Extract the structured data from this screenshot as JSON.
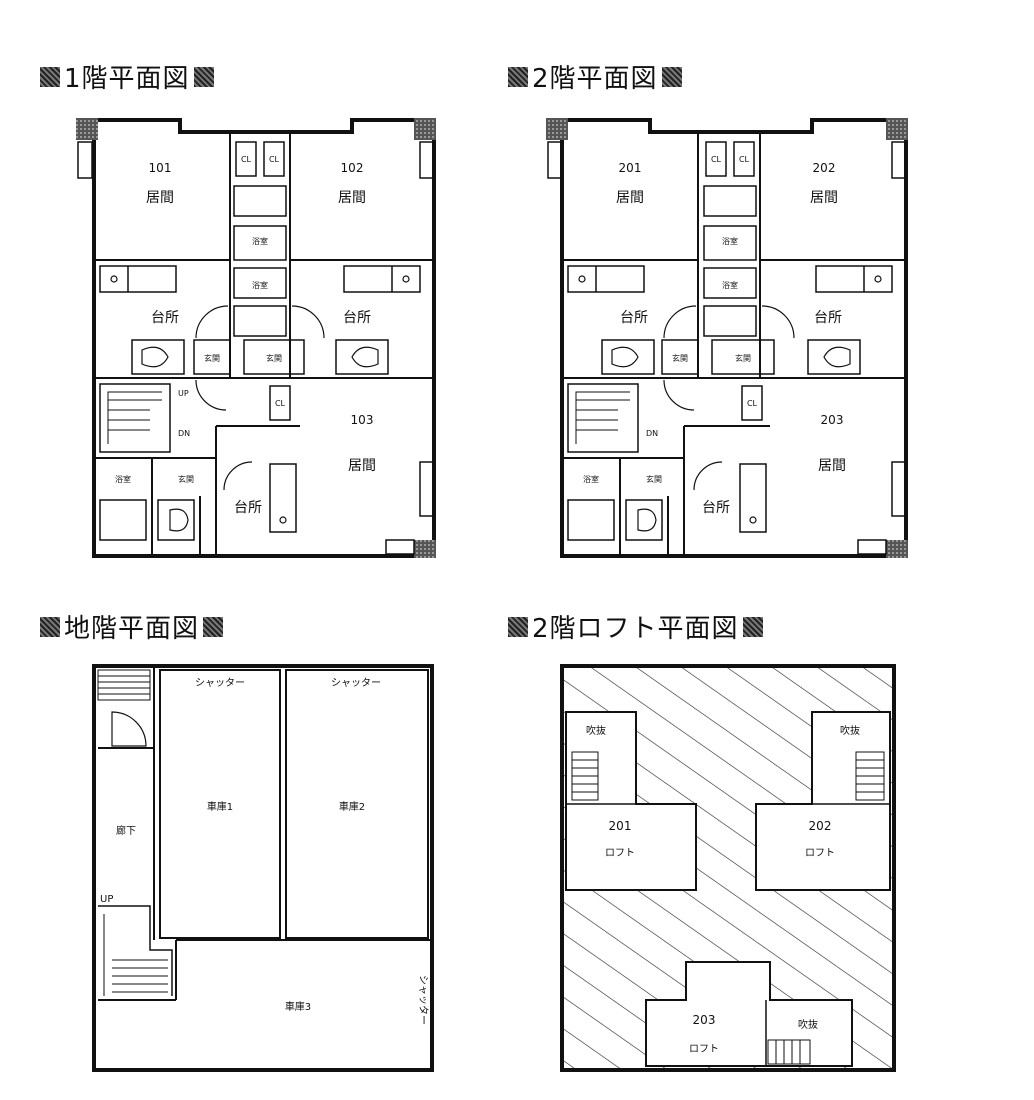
{
  "titles": {
    "floor1": "1階平面図",
    "floor2": "2階平面図",
    "basement": "地階平面図",
    "loft": "2階ロフト平面図"
  },
  "floor1": {
    "room_101": {
      "number": "101",
      "name": "居間"
    },
    "room_102": {
      "number": "102",
      "name": "居間"
    },
    "room_103": {
      "number": "103",
      "name": "居間"
    },
    "kitchen_101": "台所",
    "kitchen_102": "台所",
    "kitchen_103": "台所",
    "bath_a": "浴室",
    "bath_b": "浴室",
    "bath_c": "浴室",
    "entry_a": "玄関",
    "entry_b": "玄関",
    "entry_c": "玄関",
    "closet": "CL",
    "up": "UP",
    "down": "DN"
  },
  "floor2": {
    "room_201": {
      "number": "201",
      "name": "居間"
    },
    "room_202": {
      "number": "202",
      "name": "居間"
    },
    "room_203": {
      "number": "203",
      "name": "居間"
    },
    "kitchen_201": "台所",
    "kitchen_202": "台所",
    "kitchen_203": "台所",
    "bath_a": "浴室",
    "bath_b": "浴室",
    "bath_c": "浴室",
    "entry_a": "玄関",
    "entry_b": "玄関",
    "entry_c": "玄関",
    "closet": "CL",
    "down": "DN"
  },
  "basement": {
    "shutter_1": "シャッター",
    "shutter_2": "シャッター",
    "shutter_3": "シャッター",
    "garage_1": "車庫1",
    "garage_2": "車庫2",
    "storage": "車庫3",
    "hallway": "廊下",
    "up": "UP"
  },
  "loft": {
    "void_201": "吹抜",
    "void_202": "吹抜",
    "void_203": "吹抜",
    "loft_201": {
      "number": "201",
      "name": "ロフト"
    },
    "loft_202": {
      "number": "202",
      "name": "ロフト"
    },
    "loft_203": {
      "number": "203",
      "name": "ロフト"
    }
  }
}
